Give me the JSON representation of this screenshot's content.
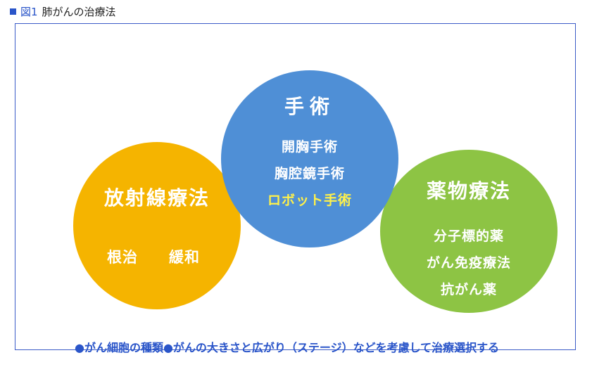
{
  "title": {
    "label": "図1",
    "text": "肺がんの治療法"
  },
  "colors": {
    "frame": "#3b5bc7",
    "surgery": "#4f8fd6",
    "radiation": "#f5b400",
    "drug": "#8dc444",
    "highlight_text": "#fff14a",
    "footnote": "#2a55c9"
  },
  "circles": {
    "surgery": {
      "heading": "手術",
      "items": [
        "開胸手術",
        "胸腔鏡手術",
        "ロボット手術"
      ]
    },
    "radiation": {
      "heading": "放射線療法",
      "items": [
        "根治",
        "緩和"
      ]
    },
    "drug": {
      "heading": "薬物療法",
      "items": [
        "分子標的薬",
        "がん免疫療法",
        "抗がん薬"
      ]
    }
  },
  "footnote": "●がん細胞の種類●がんの大きさと広がり（ステージ）などを考慮して治療選択する"
}
